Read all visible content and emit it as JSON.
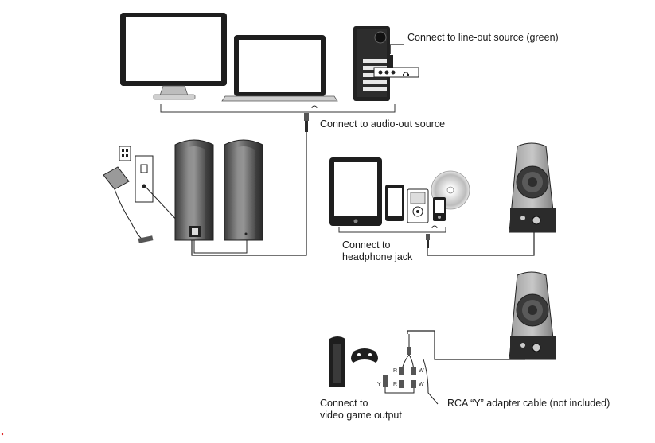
{
  "labels": {
    "line_out": "Connect to line-out source (green)",
    "audio_out": "Connect to audio-out source",
    "headphone_line1": "Connect to",
    "headphone_line2": "headphone jack",
    "game_line1": "Connect to",
    "game_line2": "video game output",
    "rca_cable": "RCA “Y” adapter cable (not included)"
  },
  "rca_markers": {
    "red": "R",
    "white": "W",
    "yellow": "Y"
  },
  "icons": [
    "monitor-icon",
    "laptop-icon",
    "desktop-tower-icon",
    "headphone-icon",
    "power-outlet-icon",
    "power-adapter-icon",
    "speaker-icon",
    "tablet-icon",
    "phone-icon",
    "mp3-player-icon",
    "cd-disc-icon",
    "game-console-icon",
    "gamepad-icon",
    "rca-plug-icon"
  ],
  "colors": {
    "line": "#222222",
    "speaker_dark": "#4a4a4a",
    "speaker_light": "#9a9a9a",
    "panel_dark": "#2b2b2b"
  }
}
